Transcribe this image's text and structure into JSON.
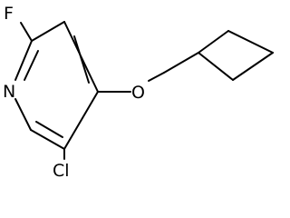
{
  "molecule": {
    "atoms": {
      "fluorine": "F",
      "nitrogen": "N",
      "oxygen": "O",
      "chlorine": "Cl"
    }
  }
}
